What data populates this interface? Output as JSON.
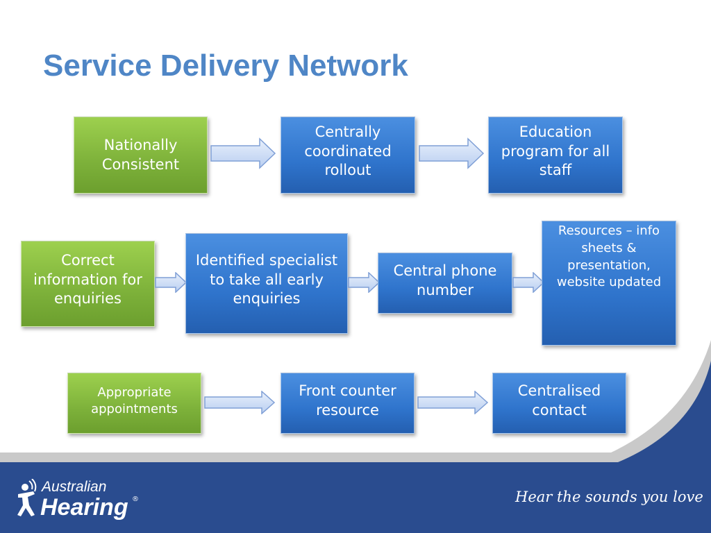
{
  "title": "Service Delivery Network",
  "rows": [
    {
      "boxes": [
        {
          "label": "Nationally Consistent",
          "color": "green"
        },
        {
          "label": "Centrally coordinated rollout",
          "color": "blue"
        },
        {
          "label": "Education program for all staff",
          "color": "blue"
        }
      ]
    },
    {
      "boxes": [
        {
          "label": "Correct information for enquiries",
          "color": "green"
        },
        {
          "label": "Identified specialist to take all early enquiries",
          "color": "blue"
        },
        {
          "label": "Central phone number",
          "color": "blue"
        },
        {
          "label": "Resources – info sheets & presentation, website updated",
          "color": "blue"
        }
      ]
    },
    {
      "boxes": [
        {
          "label": "Appropriate appointments",
          "color": "green"
        },
        {
          "label": "Front counter resource",
          "color": "blue"
        },
        {
          "label": "Centralised contact",
          "color": "blue"
        }
      ]
    }
  ],
  "footer": {
    "brand_line1": "Australian",
    "brand_line2": "Hearing",
    "registered": "®",
    "tagline": "Hear the sounds you love"
  },
  "colors": {
    "title": "#4f86c6",
    "green_box": "#7db13a",
    "blue_box": "#2f74cc",
    "footer_band": "#2a4c8f"
  }
}
